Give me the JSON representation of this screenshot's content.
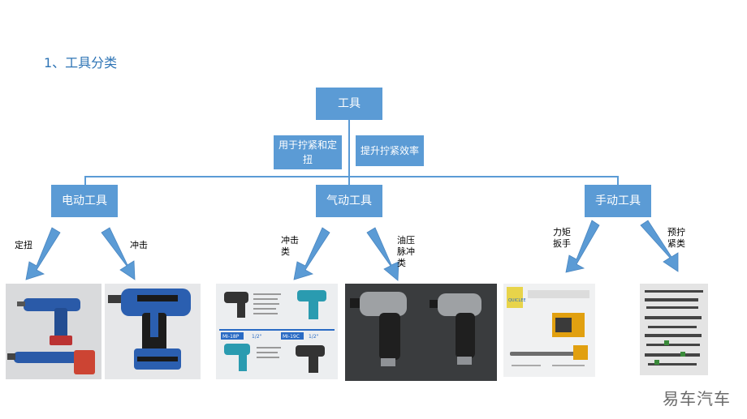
{
  "title": "1、工具分类",
  "root": "工具",
  "note_left": "用于拧紧和定扭",
  "note_right": "提升拧紧效率",
  "categories": [
    {
      "label": "电动工具",
      "sub": [
        "定扭",
        "冲击"
      ]
    },
    {
      "label": "气动工具",
      "sub": [
        "冲击类",
        "油压脉冲类"
      ]
    },
    {
      "label": "手动工具",
      "sub": [
        "力矩扳手",
        "预拧紧类"
      ]
    }
  ],
  "logo_text": "易车汽车",
  "photo_texts": {
    "mi_18p": "MI-18P",
    "mi_19c": "MI-19C",
    "half_inch": "1/2\"",
    "quicklee": "QUICLEE"
  },
  "colors": {
    "accent": "#5b9bd5",
    "title": "#2e74b5"
  }
}
